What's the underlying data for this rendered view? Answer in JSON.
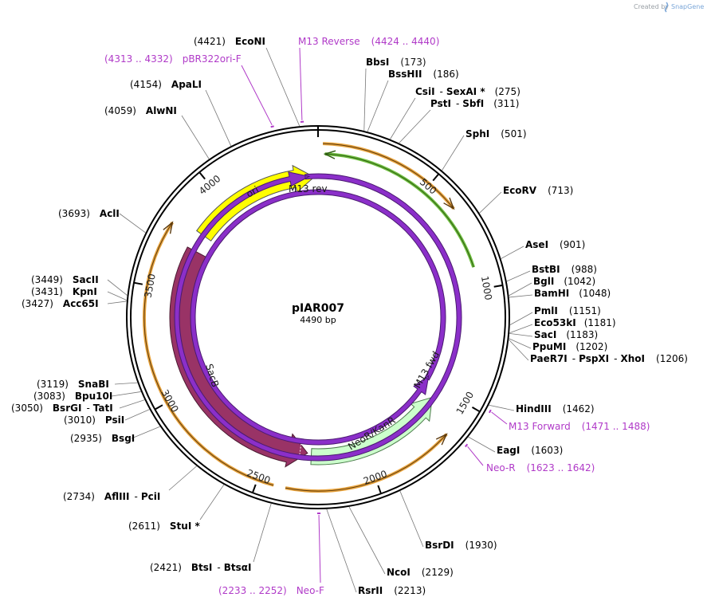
{
  "credit": {
    "prefix": "Created by",
    "brand": "SnapGene"
  },
  "plasmid": {
    "name": "pIAR007",
    "length": 4490,
    "length_label": "4490 bp"
  },
  "ticks": [
    "500",
    "1000",
    "1500",
    "2000",
    "2500",
    "3000",
    "3500",
    "4000"
  ],
  "sites": [
    {
      "name": "BbsI",
      "pos": "(173)"
    },
    {
      "name": "BssHII",
      "pos": "(186)"
    },
    {
      "name": "CsiI",
      "sep": "-",
      "name2": "SexAI *",
      "pos": "(275)"
    },
    {
      "name": "PstI",
      "sep": "-",
      "name2": "SbfI",
      "pos": "(311)"
    },
    {
      "name": "SphI",
      "pos": "(501)"
    },
    {
      "name": "EcoRV",
      "pos": "(713)"
    },
    {
      "name": "AseI",
      "pos": "(901)"
    },
    {
      "name": "BstBI",
      "pos": "(988)"
    },
    {
      "name": "BglI",
      "pos": "(1042)"
    },
    {
      "name": "BamHI",
      "pos": "(1048)"
    },
    {
      "name": "PmlI",
      "pos": "(1151)"
    },
    {
      "name": "Eco53kI",
      "pos": "(1181)"
    },
    {
      "name": "SacI",
      "pos": "(1183)"
    },
    {
      "name": "PpuMI",
      "pos": "(1202)"
    },
    {
      "name": "PaeR7I",
      "sep": "-",
      "name2": "PspXI",
      "sep2": "-",
      "name3": "XhoI",
      "pos": "(1206)"
    },
    {
      "name": "HindIII",
      "pos": "(1462)"
    },
    {
      "name": "EagI",
      "pos": "(1603)"
    },
    {
      "name": "BsrDI",
      "pos": "(1930)"
    },
    {
      "name": "NcoI",
      "pos": "(2129)"
    },
    {
      "name": "RsrII",
      "pos": "(2213)"
    },
    {
      "name": "BtsI",
      "sep": "-",
      "name2": "BtsαI",
      "pos": "(2421)"
    },
    {
      "name": "StuI *",
      "pos": "(2611)"
    },
    {
      "name": "AflIII",
      "sep": "-",
      "name2": "PciI",
      "pos": "(2734)"
    },
    {
      "name": "BsgI",
      "pos": "(2935)"
    },
    {
      "name": "PsiI",
      "pos": "(3010)"
    },
    {
      "name": "BsrGI",
      "sep": "-",
      "name2": "TatI",
      "pos": "(3050)"
    },
    {
      "name": "Bpu10I",
      "pos": "(3083)"
    },
    {
      "name": "SnaBI",
      "pos": "(3119)"
    },
    {
      "name": "Acc65I",
      "pos": "(3427)"
    },
    {
      "name": "KpnI",
      "pos": "(3431)"
    },
    {
      "name": "SacII",
      "pos": "(3449)"
    },
    {
      "name": "AclI",
      "pos": "(3693)"
    },
    {
      "name": "AlwNI",
      "pos": "(4059)"
    },
    {
      "name": "ApaLI",
      "pos": "(4154)"
    },
    {
      "name": "EcoNI",
      "pos": "(4421)"
    }
  ],
  "primers": [
    {
      "name": "M13 Reverse",
      "range": "(4424 .. 4440)"
    },
    {
      "name": "pBR322ori-F",
      "range": "(4313 .. 4332)"
    },
    {
      "name": "M13 Forward",
      "range": "(1471 .. 1488)"
    },
    {
      "name": "Neo-R",
      "range": "(1623 .. 1642)"
    },
    {
      "name": "Neo-F",
      "range": "(2233 .. 2252)"
    }
  ],
  "features": [
    {
      "name": "ori",
      "color": "#ffff00"
    },
    {
      "name": "SacB",
      "color": "#993366"
    },
    {
      "name": "NeoR/KanR",
      "color": "#ccffcc"
    },
    {
      "name": "M13 rev",
      "color": "#8b2fc9"
    },
    {
      "name": "M13 fwd",
      "color": "#8b2fc9"
    }
  ],
  "colors": {
    "orf": "#e8a33c",
    "orf_fill": "#f9d9a3",
    "green": "#6fbf3f",
    "primer": "#b03ac8",
    "backbone": "#000000"
  }
}
